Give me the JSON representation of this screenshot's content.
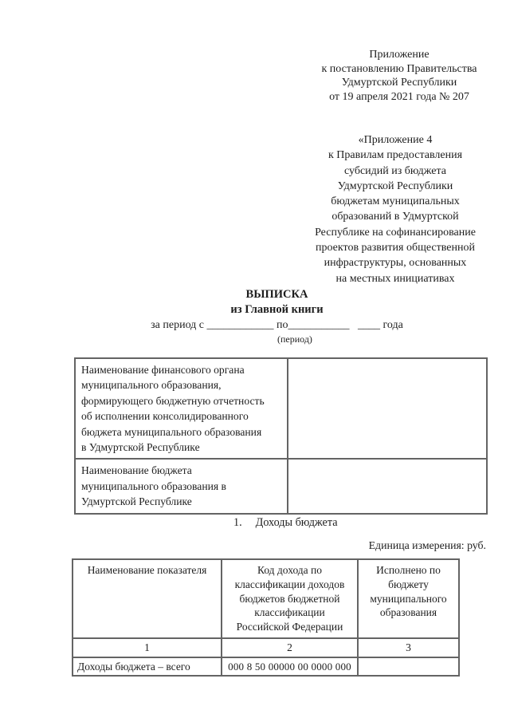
{
  "doc": {
    "header_block_1": "Приложение\nк постановлению Правительства\nУдмуртской Республики\nот 19 апреля 2021 года № 207",
    "header_block_2": "«Приложение 4\nк Правилам предоставления\nсубсидий из бюджета\nУдмуртской Республики\nбюджетам муниципальных\nобразований в Удмуртской\nРеспублике на софинансирование\nпроектов развития общественной\nинфраструктуры, основанных\nна местных инициативах",
    "title": "ВЫПИСКА",
    "subtitle": "из Главной книги",
    "period_line": "за период с ____________ по___________   ____ года",
    "period_caption": "(период)",
    "info_table": {
      "rows": [
        {
          "label": "Наименование финансового органа\nмуниципального образования,\nформирующего бюджетную отчетность\nоб исполнении консолидированного\nбюджета муниципального образования\nв Удмуртской Республике",
          "value": ""
        },
        {
          "label": "Наименование бюджета\nмуниципального образования в\nУдмуртской Республике",
          "value": ""
        }
      ]
    },
    "section_1": {
      "number": "1.",
      "heading": "Доходы бюджета",
      "unit_note": "Единица измерения: руб.",
      "table": {
        "headers": [
          "Наименование показателя",
          "Код дохода по\nклассификации доходов\nбюджетов бюджетной\nклассификации\nРоссийской Федерации",
          "Исполнено по\nбюджету\nмуниципального\nобразования"
        ],
        "column_numbers": [
          "1",
          "2",
          "3"
        ],
        "rows": [
          [
            "Доходы бюджета – всего",
            "000 8 50 00000 00 0000 000",
            ""
          ]
        ]
      }
    }
  }
}
